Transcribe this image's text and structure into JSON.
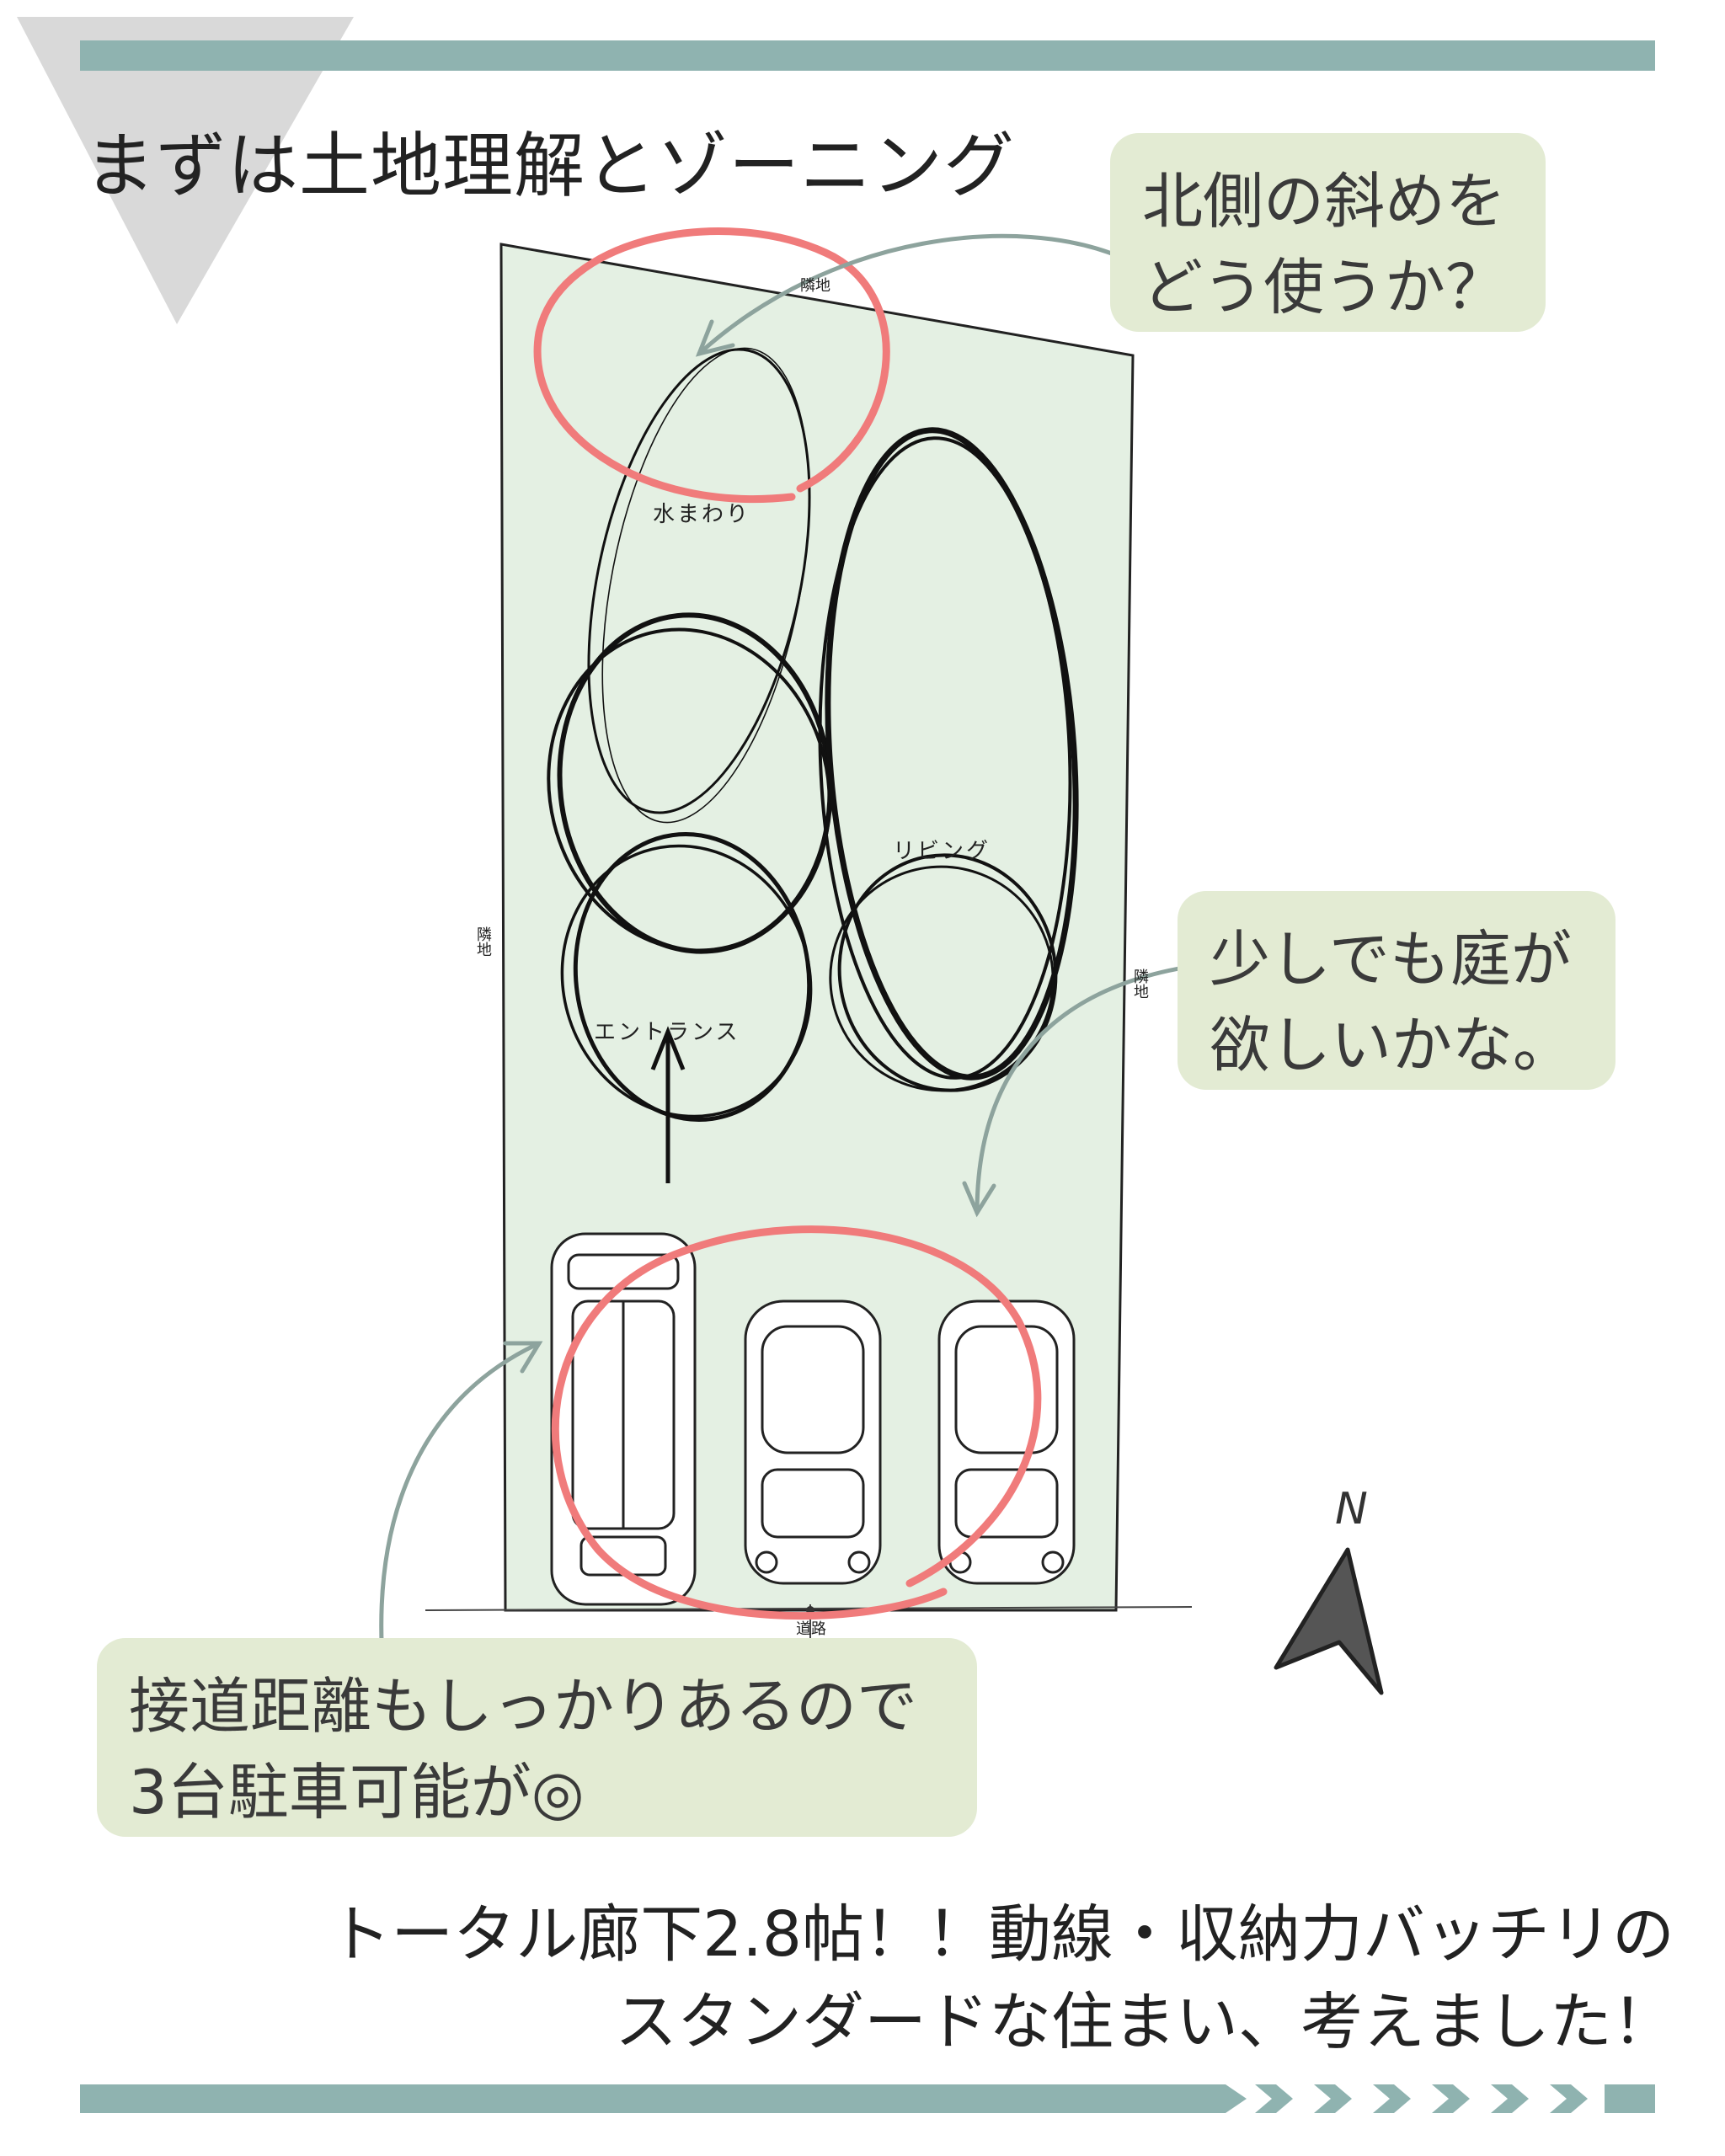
{
  "title": "まずは土地理解とゾーニング",
  "callouts": {
    "north_slope": [
      "北側の斜めを",
      "どう使うか？"
    ],
    "garden": [
      "少しでも庭が",
      "欲しいかな。"
    ],
    "parking": [
      "接道距離もしっかりあるので",
      "3台駐車可能が◎"
    ]
  },
  "footer": [
    "トータル廊下2.8帖！！動線・収納力バッチリの",
    "スタンダードな住まい、考えました！"
  ],
  "site": {
    "zones": {
      "water": "水まわり",
      "living": "リビング",
      "entrance": "エントランス"
    },
    "neighbor_top": "隣地",
    "neighbor_left": "隣地",
    "neighbor_right": "隣地",
    "road": "道路",
    "north": "N"
  },
  "colors": {
    "band": "#8fb3b0",
    "lot": "#e4f0e3",
    "bubble": "#e3ebd3",
    "highlight": "#f07b7b",
    "arrow": "#8da39d",
    "triangle": "#d9d9d9",
    "compass": "#444444"
  },
  "icons": [
    "compass-arrow-icon",
    "car-icon"
  ]
}
